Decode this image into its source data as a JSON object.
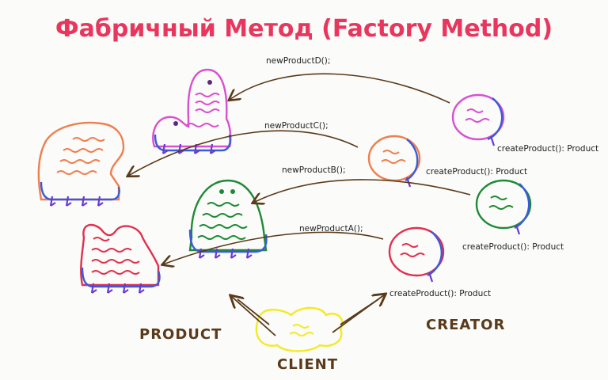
{
  "title": "Фабричный Метод (Factory Method)",
  "labels": {
    "product": "PRODUCT",
    "creator": "CREATOR",
    "client": "CLIENT"
  },
  "factory_calls": [
    "newProductD();",
    "newProductC();",
    "newProductB();",
    "newProductA();"
  ],
  "creator_methods": [
    "createProduct(): Product",
    "createProduct(): Product",
    "createProduct(): Product",
    "createProduct(): Product"
  ],
  "colors": {
    "title": "#e8365d",
    "product_d": "#d94fd0",
    "product_c": "#ee7f4e",
    "product_b": "#1e8a36",
    "product_a": "#e0304f",
    "base_blue": "#3a5bd9",
    "legs": "#6a3ad2",
    "arrow": "#5a3a1a",
    "client": "#f4ea22"
  },
  "icons": {
    "product-d": "jelly-blob",
    "product-c": "jelly-blob",
    "product-b": "ghost-blob",
    "product-a": "jelly-blob",
    "creator": "oval-blob",
    "client": "yellow-blob"
  }
}
